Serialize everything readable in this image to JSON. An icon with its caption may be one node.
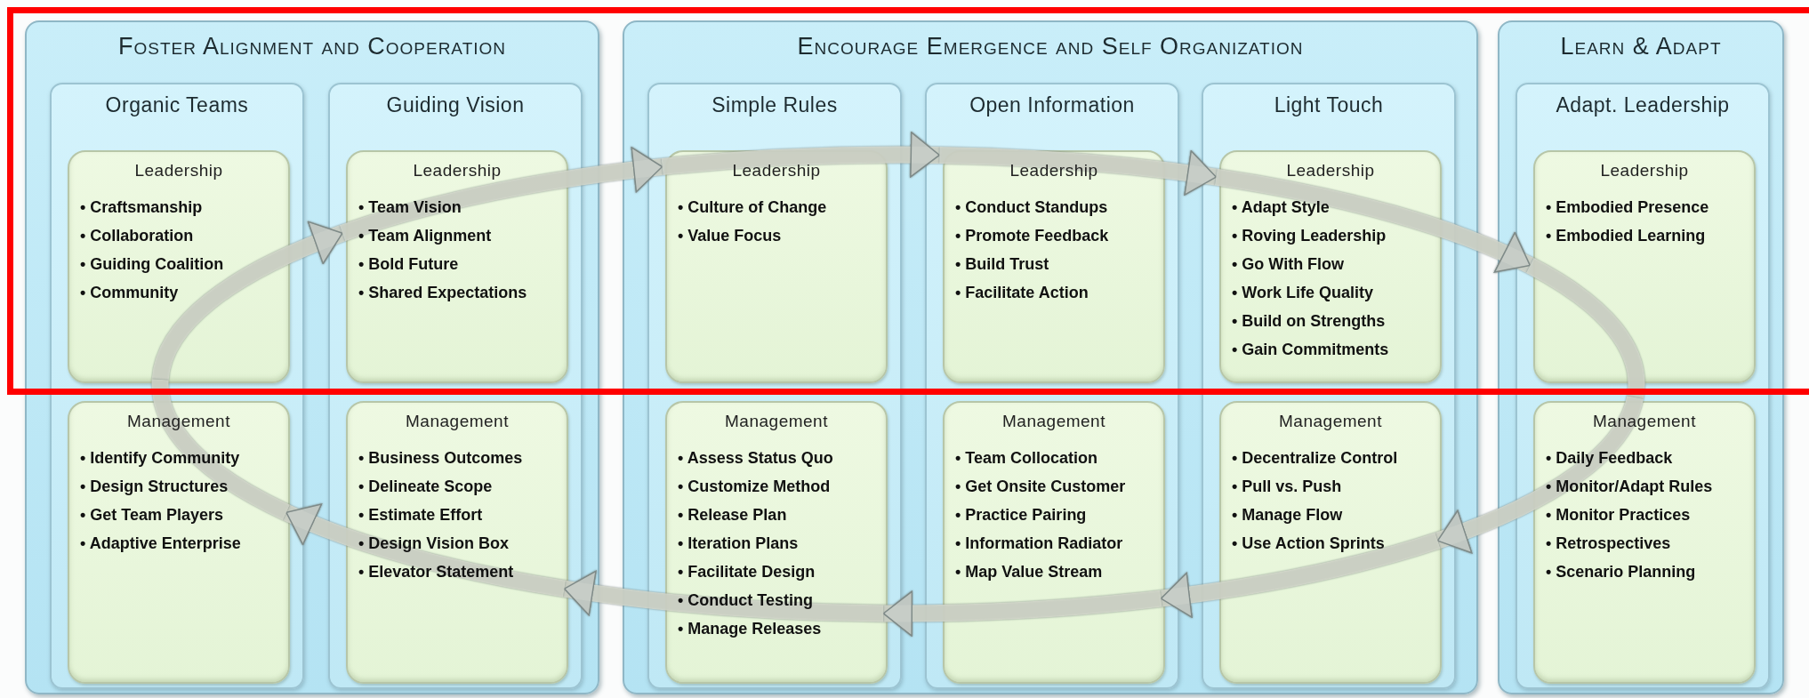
{
  "diagram": {
    "nodes": [
      {
        "text": [
          "Foster Alignment and Cooperation"
        ]
      },
      {
        "text": [
          "Organic Teams"
        ],
        "in": 0
      },
      {
        "text": [
          "Leadership",
          "• Craftsmanship",
          "• Collaboration",
          "• Guiding Coalition",
          "• Community"
        ],
        "in": 1
      },
      {
        "text": [
          "Management",
          "• Identify Community",
          "• Design Structures",
          "• Get Team Players",
          "• Adaptive Enterprise"
        ],
        "in": 1
      },
      {
        "text": [
          "Guiding Vision"
        ],
        "in": 0
      },
      {
        "text": [
          "Leadership",
          "• Team Vision",
          "• Team Alignment",
          "• Bold Future",
          "• Shared Expectations"
        ],
        "in": 4
      },
      {
        "text": [
          "Management",
          "• Business Outcomes",
          "• Delineate Scope",
          "• Estimate Effort",
          "• Design Vision Box",
          "• Elevator Statement"
        ],
        "in": 4
      },
      {
        "text": [
          "Encourage Emergence and Self Organization"
        ]
      },
      {
        "text": [
          "Simple Rules"
        ],
        "in": 7
      },
      {
        "text": [
          "Leadership",
          "• Culture of Change",
          "• Value Focus"
        ],
        "in": 8
      },
      {
        "text": [
          "Management",
          "• Assess Status Quo",
          "• Customize Method",
          "• Release Plan",
          "• Iteration Plans",
          "• Facilitate Design",
          "• Conduct Testing",
          "• Manage Releases"
        ],
        "in": 8
      },
      {
        "text": [
          "Open Information"
        ],
        "in": 7
      },
      {
        "text": [
          "Leadership",
          "• Conduct Standups",
          "• Promote Feedback",
          "• Build Trust",
          "• Facilitate Action"
        ],
        "in": 11
      },
      {
        "text": [
          "Management",
          "• Team Collocation",
          "• Get Onsite Customer",
          "• Practice Pairing",
          "• Information Radiator",
          "• Map Value Stream"
        ],
        "in": 11
      },
      {
        "text": [
          "Light Touch"
        ],
        "in": 7
      },
      {
        "text": [
          "Leadership",
          "• Adapt Style",
          "• Roving Leadership",
          "• Go With Flow",
          "• Work Life Quality",
          "• Build on Strengths",
          "• Gain Commitments"
        ],
        "in": 14
      },
      {
        "text": [
          "Management",
          "• Decentralize Control",
          "• Pull vs. Push",
          "• Manage Flow",
          "• Use Action Sprints"
        ],
        "in": 14
      },
      {
        "text": [
          "Learn & Adapt"
        ]
      },
      {
        "text": [
          "Adapt. Leadership"
        ],
        "in": 17
      },
      {
        "text": [
          "Leadership",
          "• Embodied Presence",
          "• Embodied Learning"
        ],
        "in": 18
      },
      {
        "text": [
          "Management",
          "• Daily Feedback",
          "• Monitor/Adapt Rules",
          "• Monitor Practices",
          "• Retrospectives",
          "• Scenario Planning"
        ],
        "in": 18
      }
    ],
    "edges": [
      {
        "from": 2,
        "to": 5,
        "arrow": "to"
      },
      {
        "from": 5,
        "to": 9,
        "arrow": "to"
      },
      {
        "from": 9,
        "to": 12,
        "arrow": "to"
      },
      {
        "from": 12,
        "to": 15,
        "arrow": "to"
      },
      {
        "from": 15,
        "to": 19,
        "arrow": "to"
      },
      {
        "from": 19,
        "to": 20,
        "arrow": "none"
      },
      {
        "from": 20,
        "to": 16,
        "arrow": "to"
      },
      {
        "from": 16,
        "to": 13,
        "arrow": "to"
      },
      {
        "from": 13,
        "to": 10,
        "arrow": "to"
      },
      {
        "from": 10,
        "to": 6,
        "arrow": "to"
      },
      {
        "from": 6,
        "to": 3,
        "arrow": "to"
      },
      {
        "from": 3,
        "to": 2,
        "arrow": "none"
      }
    ]
  }
}
